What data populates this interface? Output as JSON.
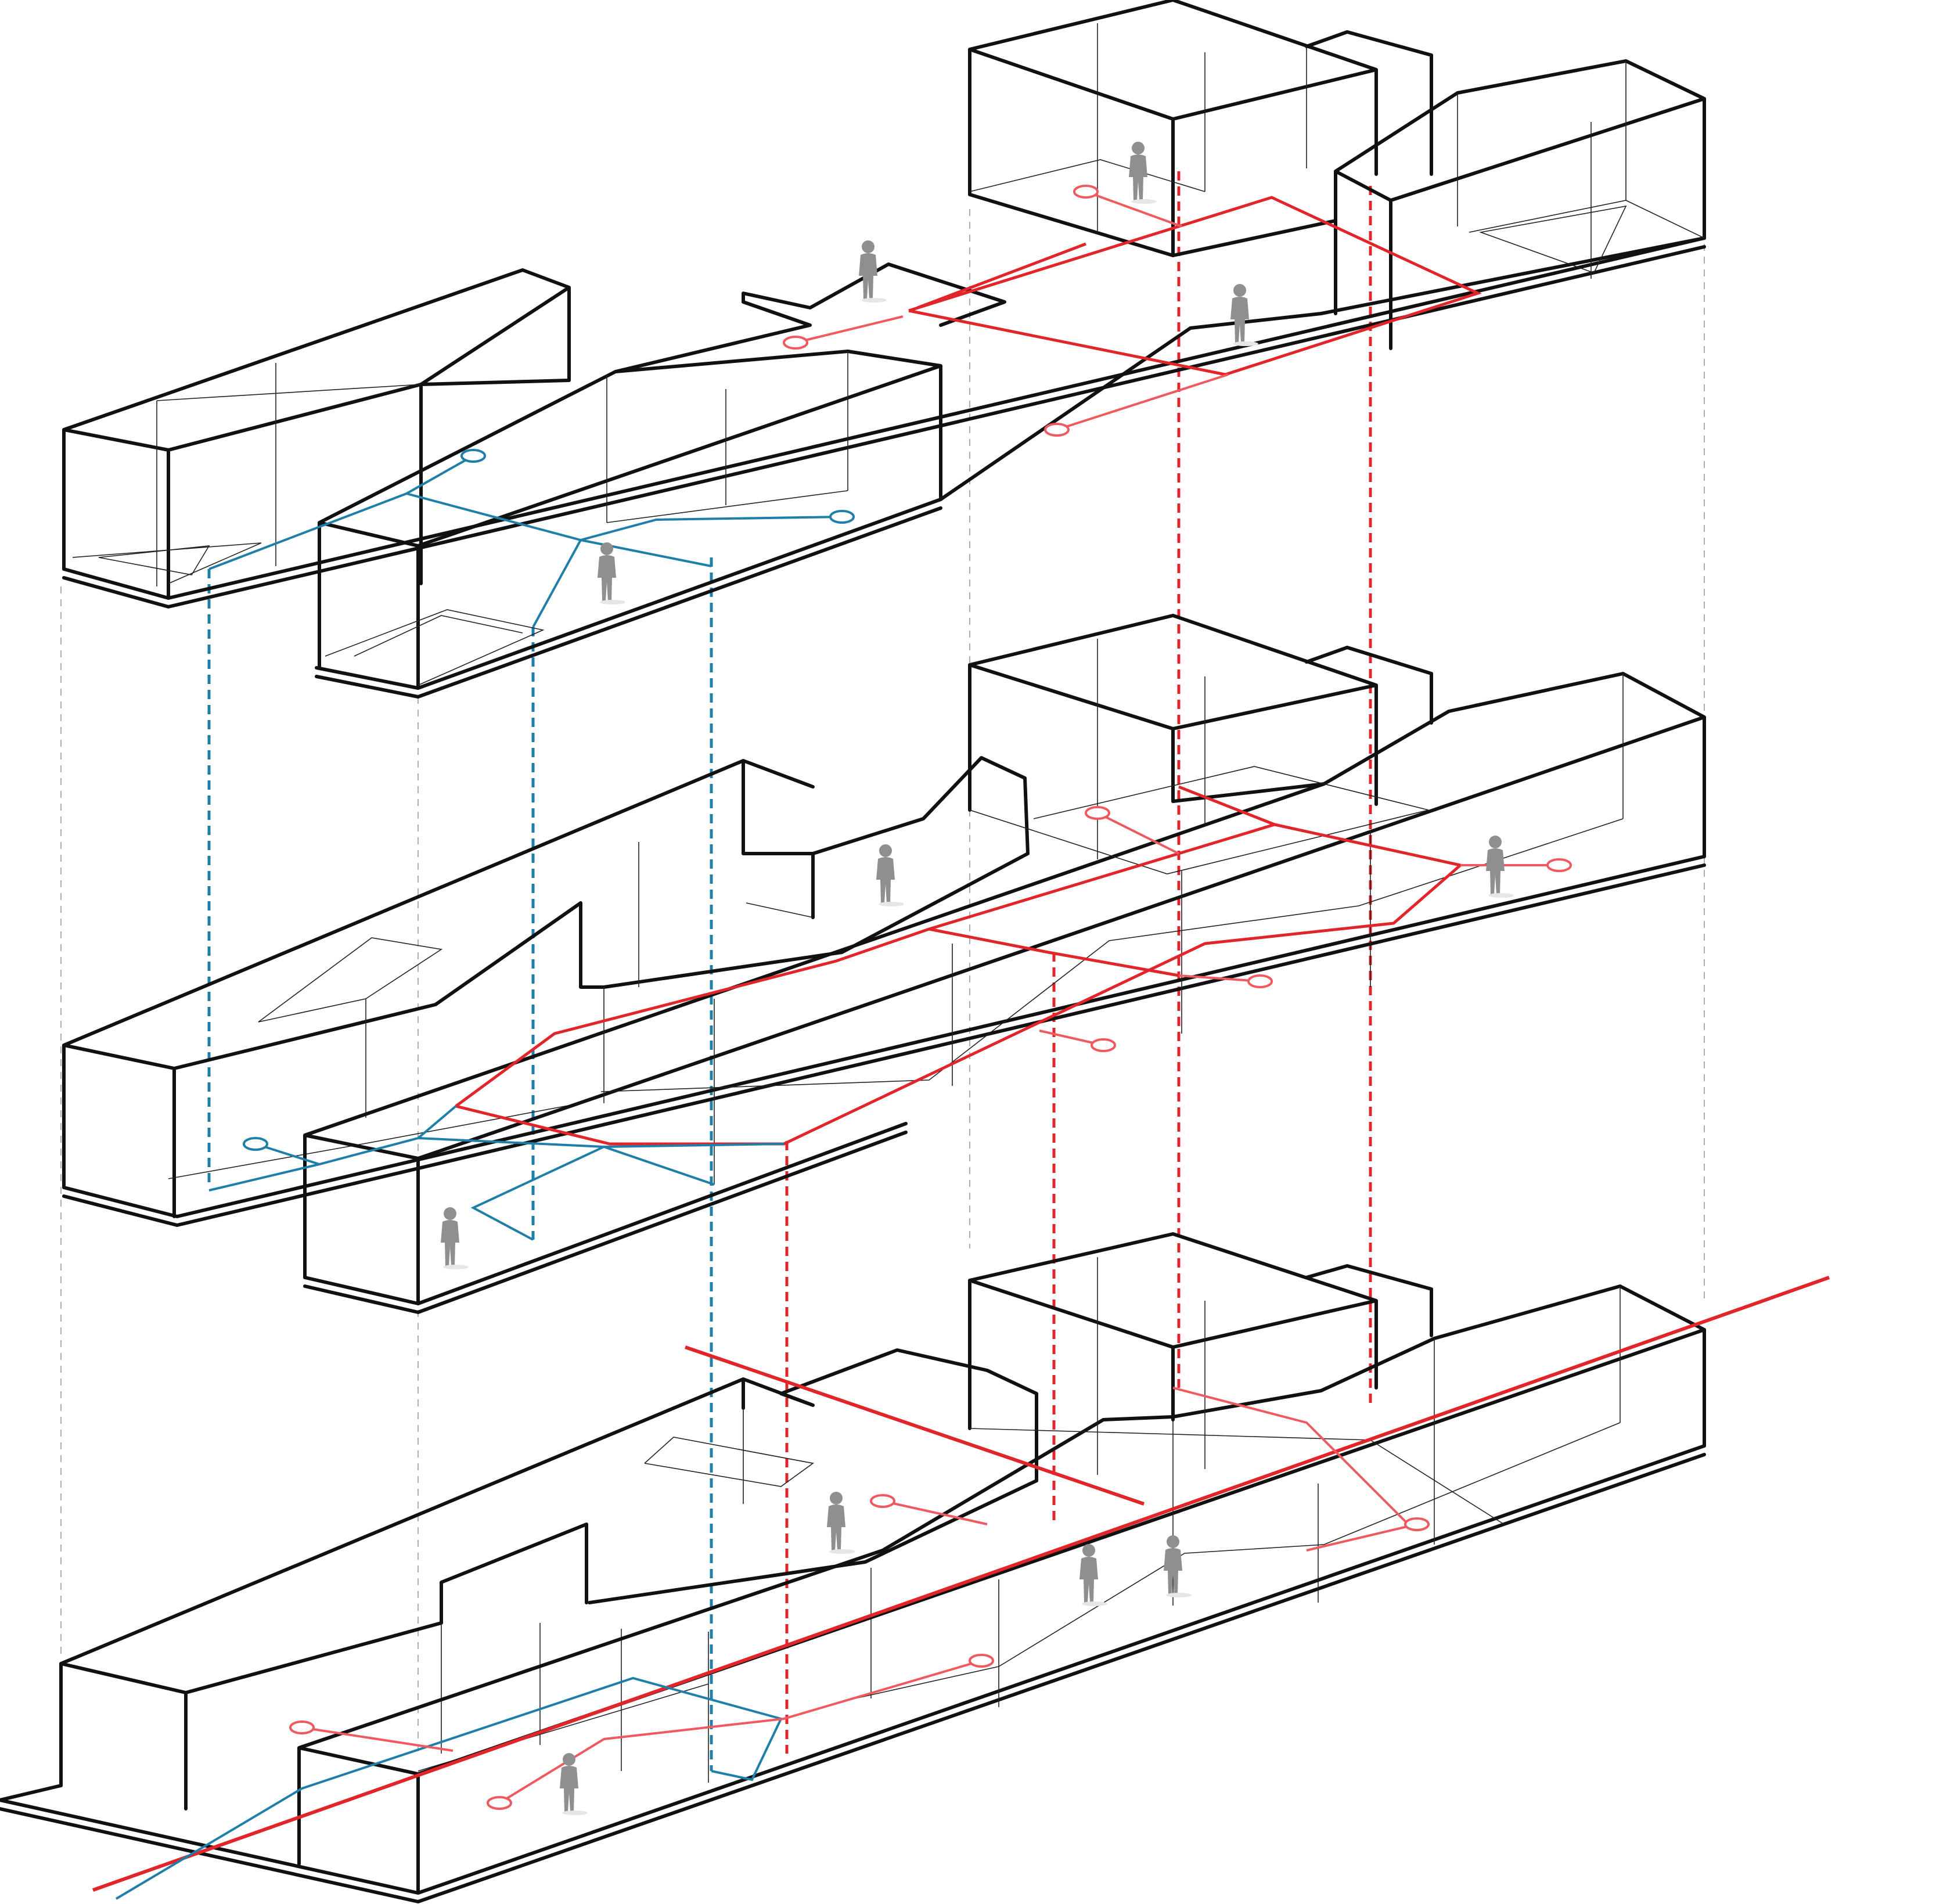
{
  "diagram": {
    "levels": [
      "upper-level",
      "middle-level",
      "ground-level"
    ],
    "colors": {
      "outline": "#111111",
      "circulation_primary": "#e0262b",
      "circulation_secondary": "#ef5a5e",
      "circulation_vertical": "#1f7fa8",
      "figure": "#8f8f8f",
      "guide": "#999999"
    },
    "icons": [
      "person-figure-icon",
      "node-circle-icon"
    ],
    "text_labels": []
  }
}
